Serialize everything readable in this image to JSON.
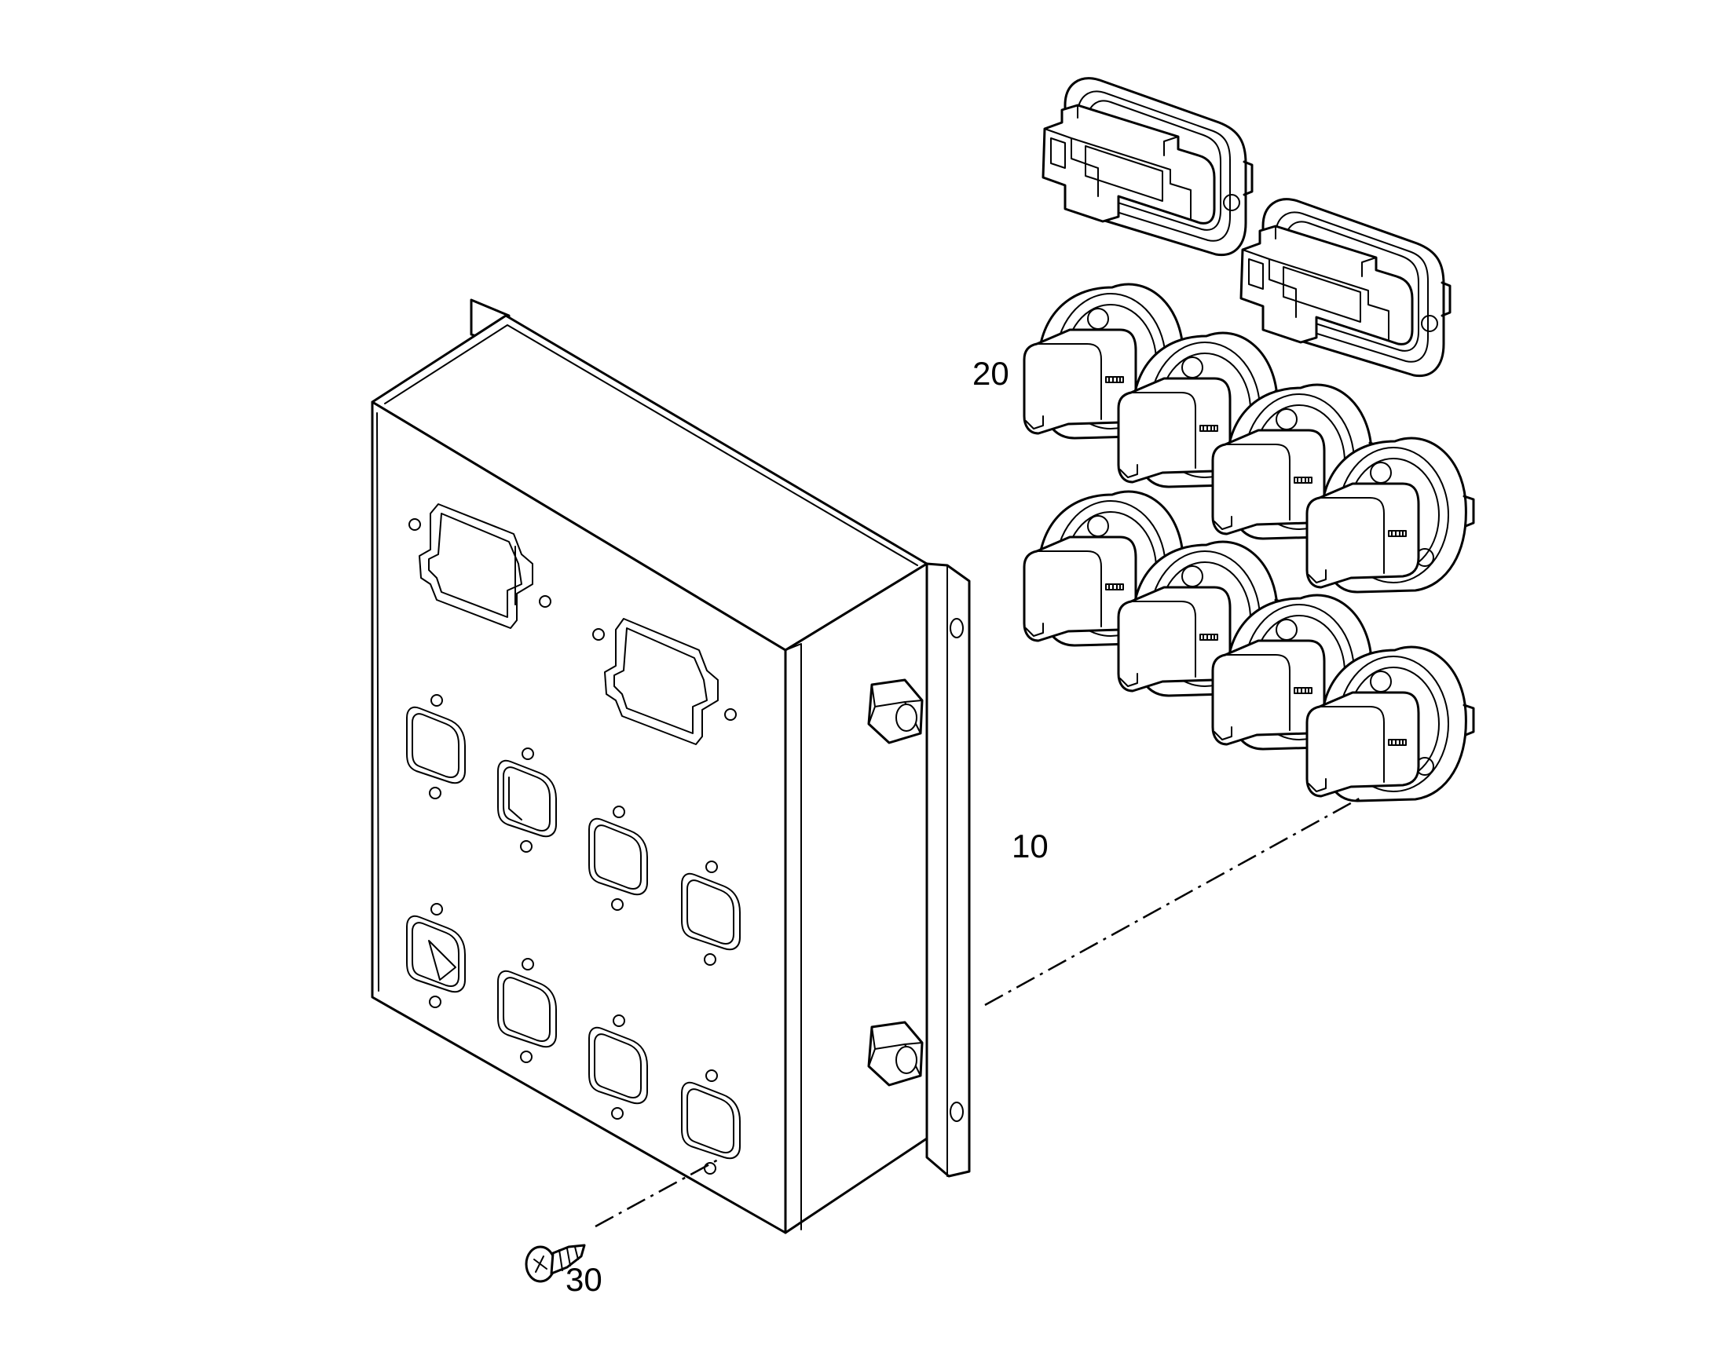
{
  "callouts": {
    "enclosure": "10",
    "connectors": "20",
    "screw": "30"
  }
}
